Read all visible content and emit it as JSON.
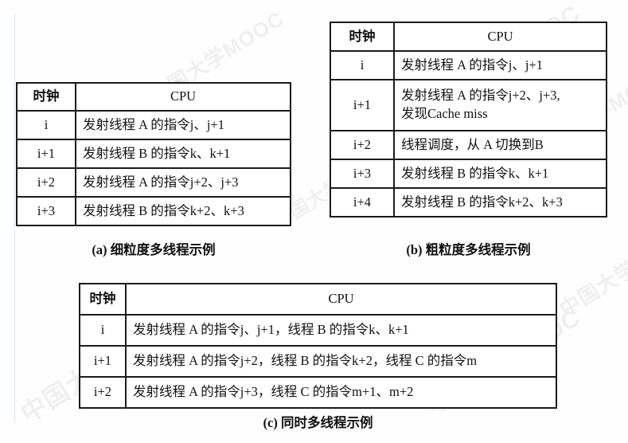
{
  "page": {
    "watermark_text": "中国大学MOOC",
    "background_color": "#fefefe",
    "border_color": "#1b1b1b"
  },
  "tables": {
    "a": {
      "headers": [
        "时钟",
        "CPU"
      ],
      "rows": [
        {
          "clock": "i",
          "cpu": "发射线程 A 的指令j、j+1"
        },
        {
          "clock": "i+1",
          "cpu": "发射线程 B 的指令k、k+1"
        },
        {
          "clock": "i+2",
          "cpu": "发射线程 A 的指令j+2、j+3"
        },
        {
          "clock": "i+3",
          "cpu": "发射线程 B 的指令k+2、k+3"
        }
      ],
      "caption": "(a) 细粒度多线程示例"
    },
    "b": {
      "headers": [
        "时钟",
        "CPU"
      ],
      "rows": [
        {
          "clock": "i",
          "cpu": "发射线程 A 的指令j、j+1"
        },
        {
          "clock": "i+1",
          "cpu_line1": "发射线程 A 的指令j+2、j+3,",
          "cpu_line2": "发现Cache miss"
        },
        {
          "clock": "i+2",
          "cpu": "线程调度，从 A 切换到B"
        },
        {
          "clock": "i+3",
          "cpu": "发射线程 B 的指令k、k+1"
        },
        {
          "clock": "i+4",
          "cpu": "发射线程 B 的指令k+2、k+3"
        }
      ],
      "caption": "(b) 粗粒度多线程示例"
    },
    "c": {
      "headers": [
        "时钟",
        "CPU"
      ],
      "rows": [
        {
          "clock": "i",
          "cpu": "发射线程 A 的指令j、j+1，线程 B 的指令k、k+1"
        },
        {
          "clock": "i+1",
          "cpu": "发射线程 A 的指令j+2，线程 B 的指令k+2，线程 C 的指令m"
        },
        {
          "clock": "i+2",
          "cpu": "发射线程 A 的指令j+3，线程 C 的指令m+1、m+2"
        }
      ],
      "caption": "(c) 同时多线程示例"
    }
  }
}
